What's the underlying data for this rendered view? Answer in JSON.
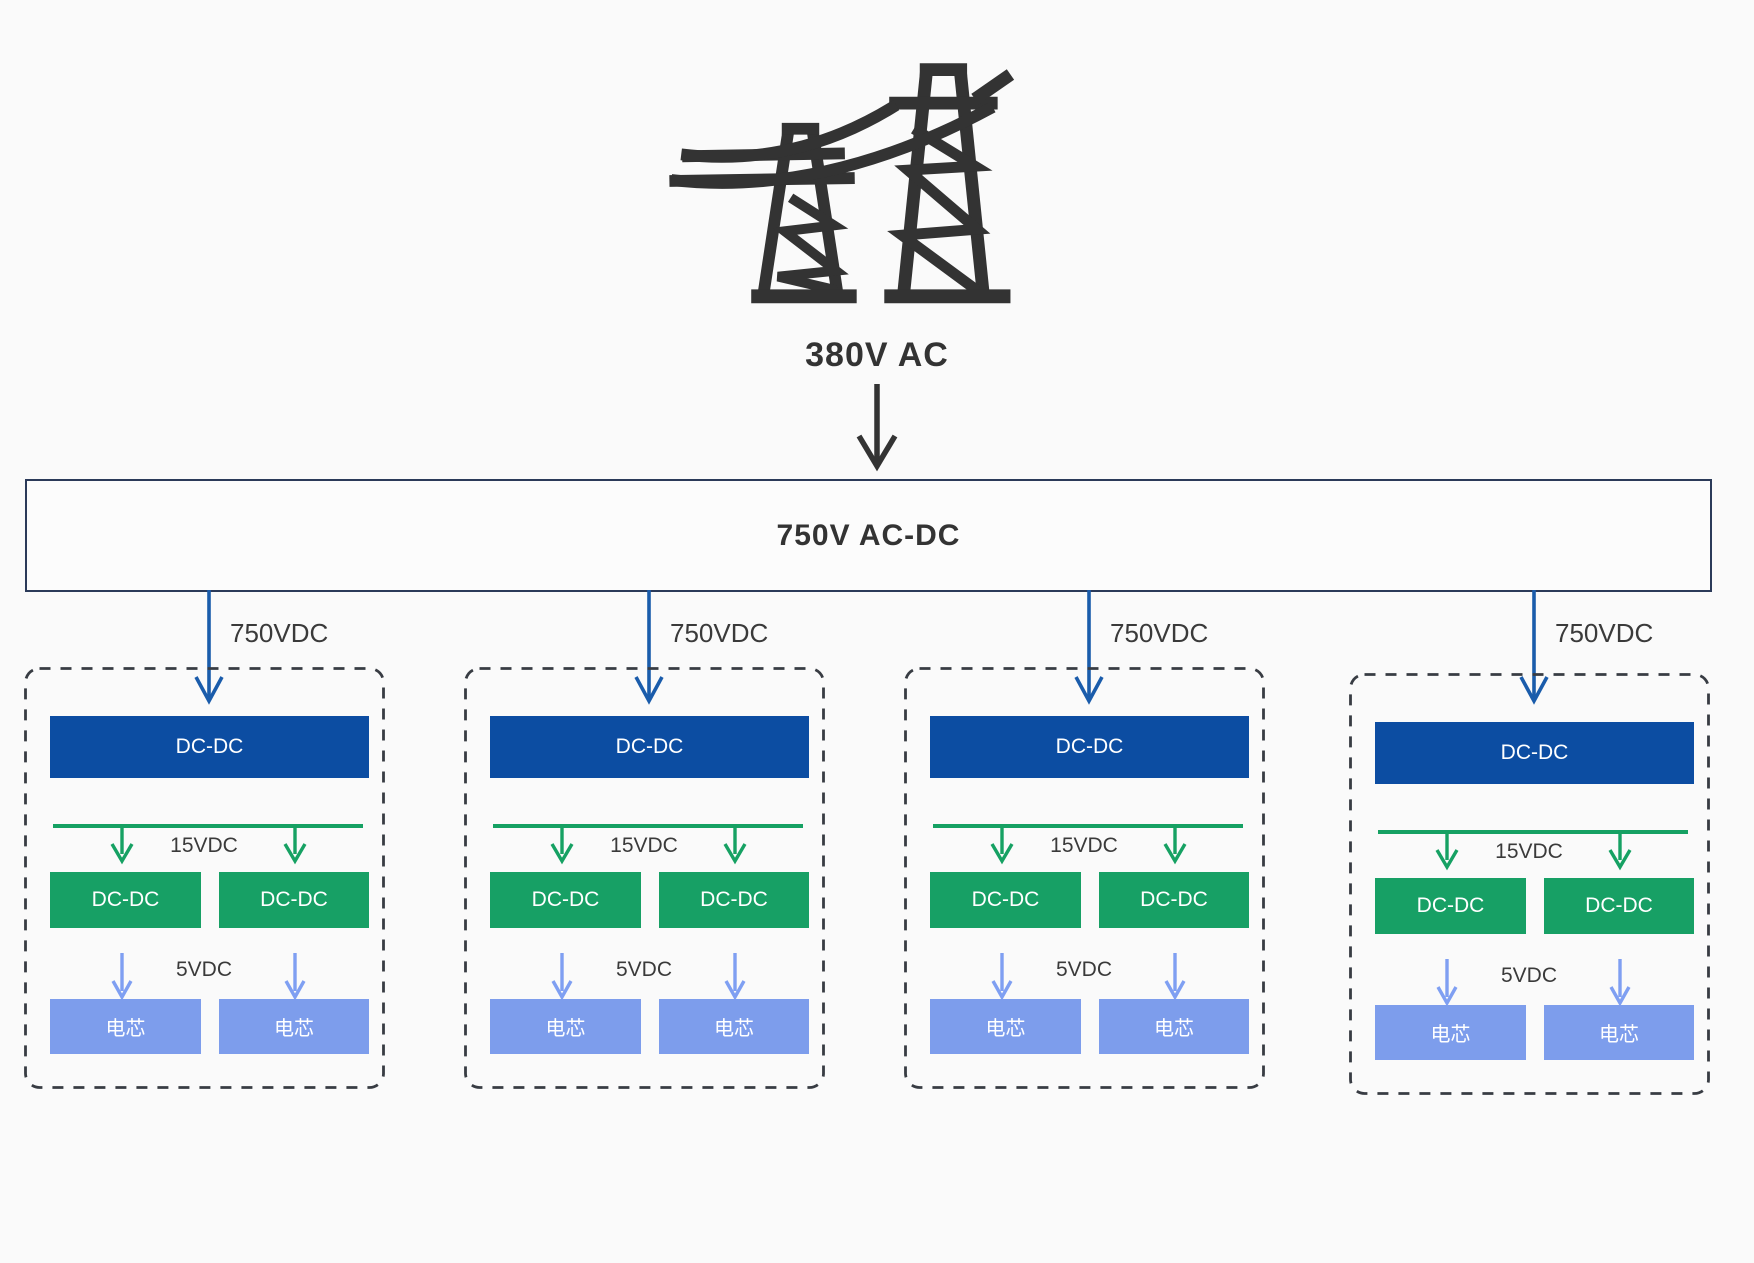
{
  "source": {
    "icon": "transmission-towers",
    "label": "380V AC"
  },
  "converter": {
    "label": "750V AC-DC"
  },
  "branches": [
    {
      "input_label": "750VDC",
      "primary_converter": "DC-DC",
      "bus_voltage": "15VDC",
      "secondary_converters": [
        "DC-DC",
        "DC-DC"
      ],
      "cell_voltage": "5VDC",
      "cells": [
        "电芯",
        "电芯"
      ]
    },
    {
      "input_label": "750VDC",
      "primary_converter": "DC-DC",
      "bus_voltage": "15VDC",
      "secondary_converters": [
        "DC-DC",
        "DC-DC"
      ],
      "cell_voltage": "5VDC",
      "cells": [
        "电芯",
        "电芯"
      ]
    },
    {
      "input_label": "750VDC",
      "primary_converter": "DC-DC",
      "bus_voltage": "15VDC",
      "secondary_converters": [
        "DC-DC",
        "DC-DC"
      ],
      "cell_voltage": "5VDC",
      "cells": [
        "电芯",
        "电芯"
      ]
    },
    {
      "input_label": "750VDC",
      "primary_converter": "DC-DC",
      "bus_voltage": "15VDC",
      "secondary_converters": [
        "DC-DC",
        "DC-DC"
      ],
      "cell_voltage": "5VDC",
      "cells": [
        "电芯",
        "电芯"
      ]
    }
  ],
  "colors": {
    "page_bg": "#fafafa",
    "dark": "#333333",
    "outline": "#2b3a59",
    "primary_box": "#0c4da2",
    "secondary_box": "#17a065",
    "cell_box": "#7d9dec",
    "branch_arrow": "#1a5cab",
    "bus_arrow": "#16a163",
    "cell_arrow": "#7f9ff2"
  }
}
